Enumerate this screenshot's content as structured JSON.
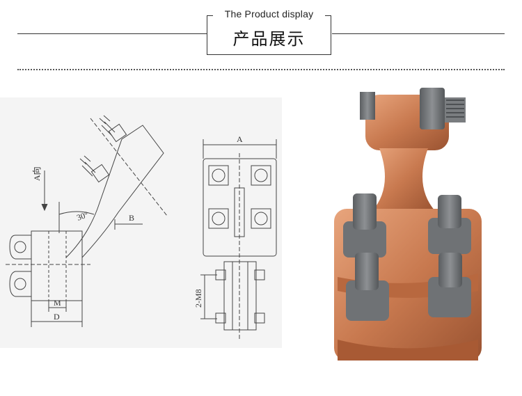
{
  "header": {
    "title_en": "The Product display",
    "title_cn": "产品展示"
  },
  "drawing": {
    "label_a_dir": "A向",
    "label_angle": "30°",
    "label_b": "B",
    "label_m": "M",
    "label_d": "D",
    "label_a_top": "A",
    "label_2m8": "2-M8"
  },
  "photo": {
    "material_color": "#c8794f",
    "bolt_color": "#6f7275"
  }
}
